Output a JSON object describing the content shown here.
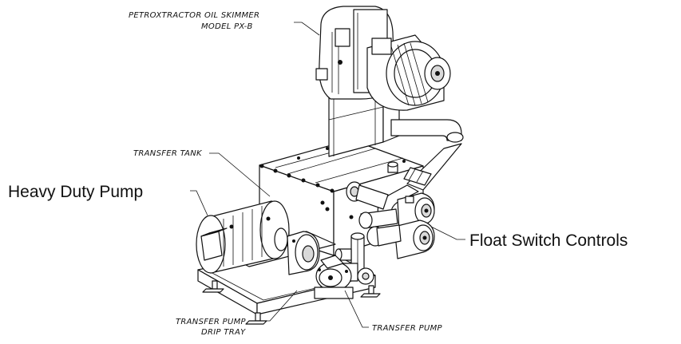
{
  "labels": {
    "skimmer_line1": "PETROXTRACTOR OIL SKIMMER",
    "skimmer_line2": "MODEL PX-B",
    "transfer_tank": "TRANSFER TANK",
    "heavy_duty_pump": "Heavy Duty Pump",
    "float_switch_controls": "Float Switch Controls",
    "transfer_pump_drip_tray_line1": "TRANSFER PUMP",
    "transfer_pump_drip_tray_line2": "DRIP TRAY",
    "transfer_pump": "TRANSFER PUMP"
  }
}
